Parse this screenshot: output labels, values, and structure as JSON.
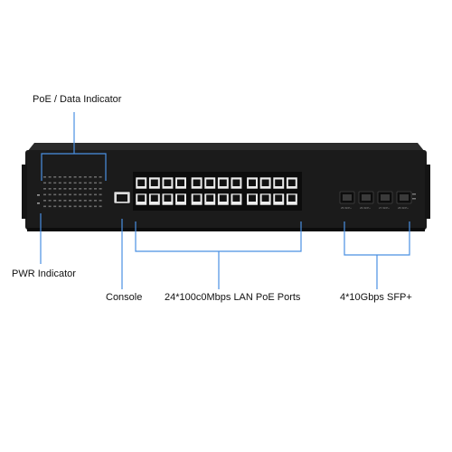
{
  "labels": {
    "poe_data_indicator": "PoE / Data Indicator",
    "pwr_indicator": "PWR Indicator",
    "console": "Console",
    "lan_ports": "24*100c0Mbps LAN PoE Ports",
    "sfp_ports": "4*10Gbps SFP+"
  },
  "device": {
    "rj45_port_count": 24,
    "sfp_port_count": 4,
    "sfp_port_labels": [
      "25-SFP+",
      "26-SFP+",
      "27-SFP+",
      "28-SFP+"
    ],
    "colors": {
      "chassis": "#1b1b1b",
      "callout_lines": "#4a90e2",
      "port_shell": "#ececec"
    }
  }
}
